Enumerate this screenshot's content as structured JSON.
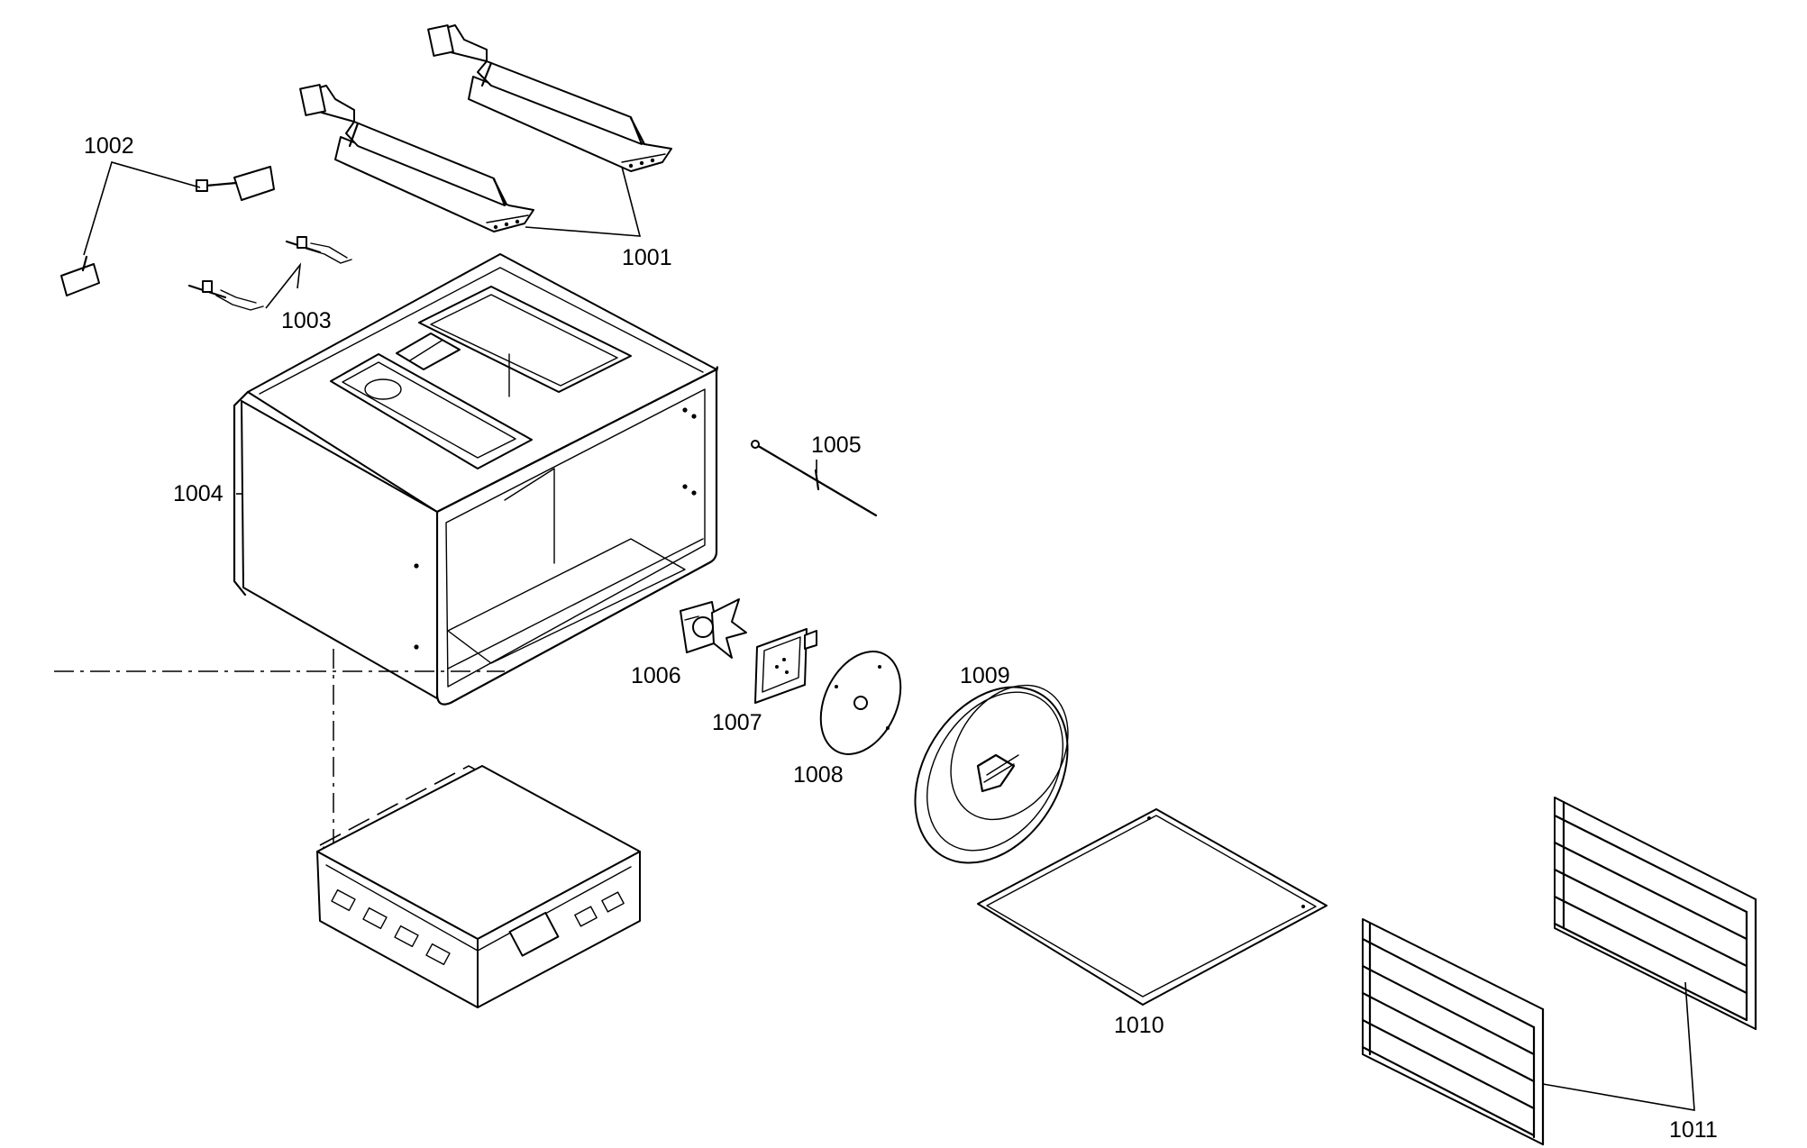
{
  "diagram": {
    "labels": {
      "p1001": "1001",
      "p1002": "1002",
      "p1003": "1003",
      "p1004": "1004",
      "p1005": "1005",
      "p1006": "1006",
      "p1007": "1007",
      "p1008": "1008",
      "p1009": "1009",
      "p1010": "1010",
      "p1011": "1011"
    }
  }
}
